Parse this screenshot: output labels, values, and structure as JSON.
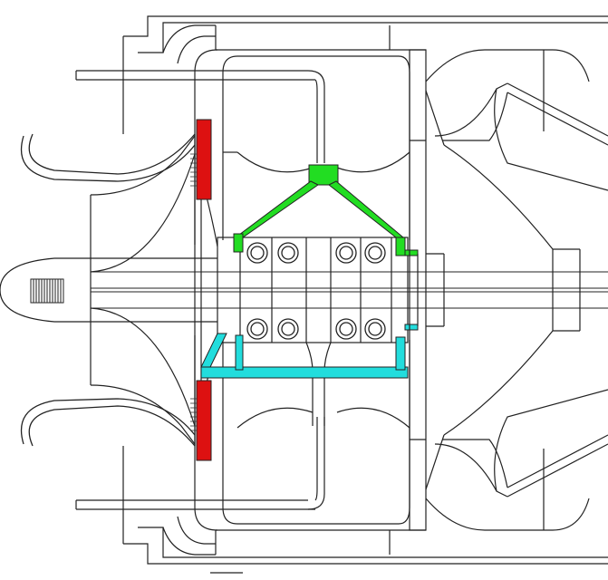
{
  "diagram": {
    "type": "engineering-cross-section",
    "background": "#ffffff",
    "line_color": "#222222",
    "colors": {
      "oil_supply_channel": "#22dd22",
      "oil_drain_channel": "#22dddd",
      "seal_pads": "#dd1111"
    },
    "components": [
      {
        "name": "shaft-nut-thread"
      },
      {
        "name": "compressor-wheel"
      },
      {
        "name": "inlet-bellmouth"
      },
      {
        "name": "seal-pads"
      },
      {
        "name": "center-housing"
      },
      {
        "name": "ball-bearings"
      },
      {
        "name": "oil-supply-channel"
      },
      {
        "name": "oil-drain-channel"
      },
      {
        "name": "turbine-wheel"
      },
      {
        "name": "outer-casing"
      }
    ]
  }
}
